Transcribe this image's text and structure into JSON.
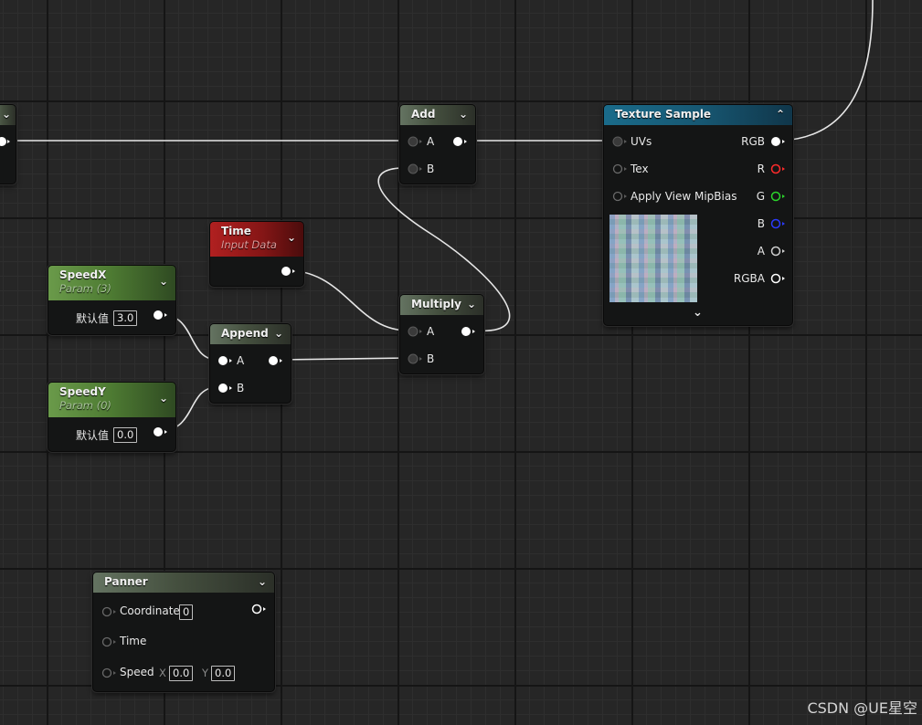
{
  "nodes": {
    "partial_left": {
      "chevron": "⌄"
    },
    "add": {
      "title": "Add",
      "pin_a": "A",
      "pin_b": "B"
    },
    "texture_sample": {
      "title": "Texture Sample",
      "inputs": [
        "UVs",
        "Tex",
        "Apply View MipBias"
      ],
      "outputs": [
        "RGB",
        "R",
        "G",
        "B",
        "A",
        "RGBA"
      ],
      "output_colors": [
        "#ffffff",
        "#ff2b2b",
        "#2bd52b",
        "#2b3bff",
        "#cfcfcf",
        "#ffffff"
      ]
    },
    "time": {
      "title": "Time",
      "subtitle": "Input Data"
    },
    "speed_x": {
      "title": "SpeedX",
      "subtitle": "Param (3)",
      "label": "默认值",
      "value": "3.0"
    },
    "speed_y": {
      "title": "SpeedY",
      "subtitle": "Param (0)",
      "label": "默认值",
      "value": "0.0"
    },
    "append": {
      "title": "Append",
      "pin_a": "A",
      "pin_b": "B"
    },
    "multiply": {
      "title": "Multiply",
      "pin_a": "A",
      "pin_b": "B"
    },
    "panner": {
      "title": "Panner",
      "coordinate_label": "Coordinate",
      "coordinate_value": "0",
      "time_label": "Time",
      "speed_label": "Speed",
      "speed_x_label": "X",
      "speed_x_value": "0.0",
      "speed_y_label": "Y",
      "speed_y_value": "0.0"
    }
  },
  "colors": {
    "wire": "#e6e6e6",
    "header_grey": "#5a6656",
    "header_green": "#5f8c40",
    "header_red": "#9c1c1c",
    "header_blue": "#176381"
  },
  "watermark": "CSDN @UE星空"
}
